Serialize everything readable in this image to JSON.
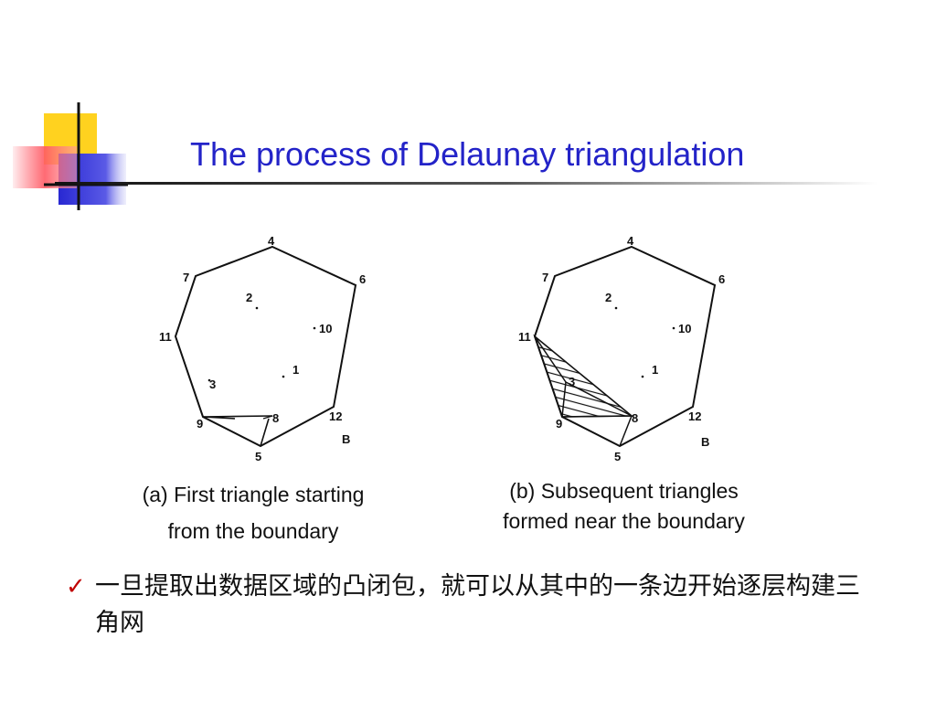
{
  "slide": {
    "title": "The process of Delaunay triangulation",
    "figure_a_caption_line1": "(a) First triangle starting",
    "figure_a_caption_line2": "from the boundary",
    "figure_b_caption_line1": "(b) Subsequent triangles",
    "figure_b_caption_line2": "formed near the boundary",
    "bullet_marker": "✓",
    "bullet_text": "一旦提取出数据区域的凸闭包，就可以从其中的一条边开始逐层构建三角网"
  },
  "diagram": {
    "vertex_labels": [
      "4",
      "6",
      "7",
      "2",
      "10",
      "11",
      "1",
      "3",
      "9",
      "8",
      "12",
      "5"
    ],
    "region_label": "B",
    "colors": {
      "title": "#2323c8",
      "check": "#c00000",
      "logo_yellow": "#ffd21f",
      "logo_red": "#ff5a64",
      "logo_blue": "#3232dc"
    }
  }
}
